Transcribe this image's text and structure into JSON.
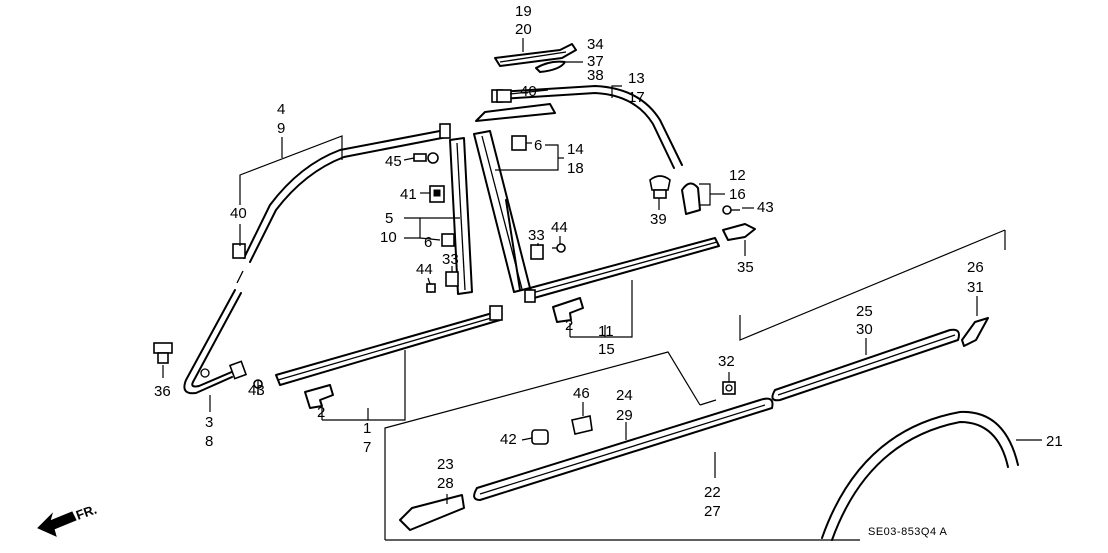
{
  "diagram_code": "SE03-853Q4 A",
  "direction_label": "FR.",
  "callouts": {
    "c1": "1",
    "c2a": "2",
    "c2b": "2",
    "c3": "3",
    "c4": "4",
    "c5": "5",
    "c6a": "6",
    "c6b": "6",
    "c7": "7",
    "c8": "8",
    "c9": "9",
    "c10": "10",
    "c11": "11",
    "c12": "12",
    "c13": "13",
    "c14": "14",
    "c15": "15",
    "c16": "16",
    "c17": "17",
    "c18": "18",
    "c19": "19",
    "c20": "20",
    "c21": "21",
    "c22": "22",
    "c23": "23",
    "c24": "24",
    "c25": "25",
    "c26": "26",
    "c27": "27",
    "c28": "28",
    "c29": "29",
    "c30": "30",
    "c31": "31",
    "c32": "32",
    "c33a": "33",
    "c33b": "33",
    "c34": "34",
    "c35": "35",
    "c36": "36",
    "c37": "37",
    "c38": "38",
    "c39": "39",
    "c40a": "40",
    "c40b": "40",
    "c41": "41",
    "c42": "42",
    "c43a": "43",
    "c43b": "43",
    "c44a": "44",
    "c44b": "44",
    "c45": "45",
    "c46": "46"
  }
}
